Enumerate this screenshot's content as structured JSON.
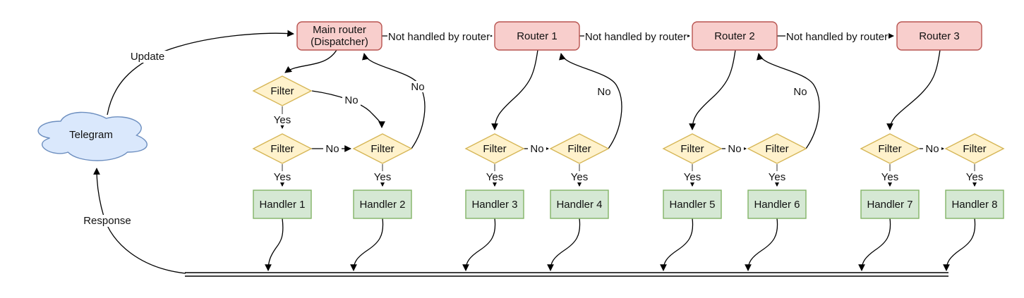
{
  "diagram": {
    "nodes": {
      "cloud_label": "Telegram",
      "main_router_line1": "Main router",
      "main_router_line2": "(Dispatcher)",
      "routers": [
        "Router 1",
        "Router 2",
        "Router 3"
      ],
      "filter_label": "Filter",
      "handlers": [
        "Handler 1",
        "Handler 2",
        "Handler 3",
        "Handler 4",
        "Handler 5",
        "Handler 6",
        "Handler 7",
        "Handler 8"
      ]
    },
    "edge_labels": {
      "update": "Update",
      "response": "Response",
      "not_handled": "Not handled by router",
      "yes": "Yes",
      "no": "No"
    },
    "colors": {
      "router_fill": "#f8cecc",
      "router_stroke": "#b85450",
      "filter_fill": "#fff2cc",
      "filter_stroke": "#d6b656",
      "handler_fill": "#d5e8d4",
      "handler_stroke": "#82b366",
      "cloud_fill": "#dae8fc",
      "cloud_stroke": "#6c8ebf"
    }
  }
}
